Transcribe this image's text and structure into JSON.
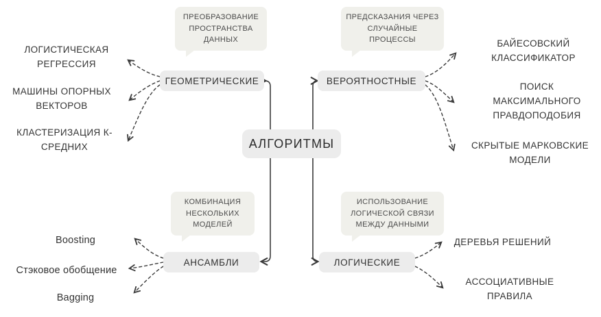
{
  "colors": {
    "background": "#ffffff",
    "node_fill": "#ececec",
    "callout_fill": "#f0f0eb",
    "line": "#3a3a3a",
    "text": "#3d3d3d"
  },
  "diagram": {
    "type": "mindmap",
    "center": {
      "label": "АЛГОРИТМЫ"
    },
    "branches": [
      {
        "label": "ГЕОМЕТРИЧЕСКИЕ",
        "callout": "ПРЕОБРАЗОВАНИЕ ПРОСТРАНСТВА ДАННЫХ",
        "children": [
          "ЛОГИСТИЧЕСКАЯ РЕГРЕССИЯ",
          "МАШИНЫ ОПОРНЫХ ВЕКТОРОВ",
          "КЛАСТЕРИЗАЦИЯ К-СРЕДНИХ"
        ]
      },
      {
        "label": "ВЕРОЯТНОСТНЫЕ",
        "callout": "ПРЕДСКАЗАНИЯ ЧЕРЕЗ СЛУЧАЙНЫЕ ПРОЦЕССЫ",
        "children": [
          "БАЙЕСОВСКИЙ КЛАССИФИКАТОР",
          "ПОИСК МАКСИМАЛЬНОГО ПРАВДОПОДОБИЯ",
          "СКРЫТЫЕ МАРКОВСКИЕ МОДЕЛИ"
        ]
      },
      {
        "label": "АНСАМБЛИ",
        "callout": "КОМБИНАЦИЯ НЕСКОЛЬКИХ МОДЕЛЕЙ",
        "children": [
          "Boosting",
          "Стэковое обобщение",
          "Bagging"
        ]
      },
      {
        "label": "ЛОГИЧЕСКИЕ",
        "callout": "ИСПОЛЬЗОВАНИЕ ЛОГИЧЕСКОЙ СВЯЗИ МЕЖДУ ДАННЫМИ",
        "children": [
          "ДЕРЕВЬЯ РЕШЕНИЙ",
          "АССОЦИАТИВНЫЕ ПРАВИЛА"
        ]
      }
    ]
  }
}
